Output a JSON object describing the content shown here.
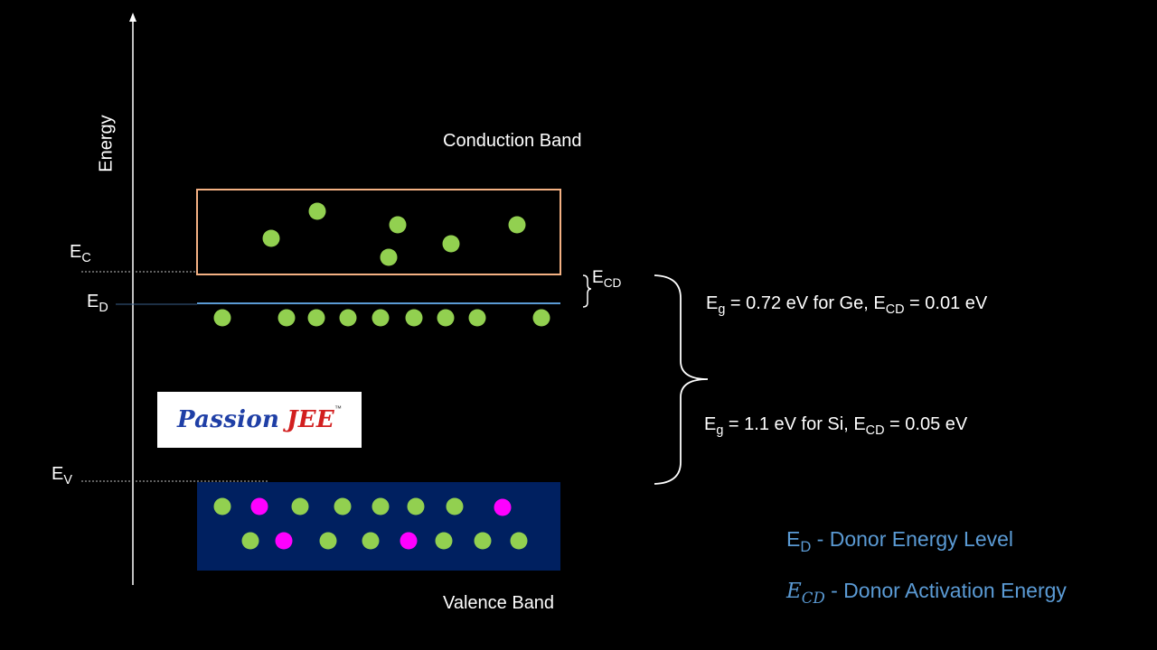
{
  "axis": {
    "label": "Energy"
  },
  "levels": {
    "ec": {
      "main": "E",
      "sub": "C"
    },
    "ed": {
      "main": "E",
      "sub": "D"
    },
    "ev": {
      "main": "E",
      "sub": "V"
    },
    "ecd": {
      "main": "E",
      "sub": "CD"
    }
  },
  "bands": {
    "conduction": "Conduction Band",
    "valence": "Valence Band",
    "conduction_color": "#f4b183",
    "valence_color": "#002060",
    "donor_line_color": "#5b9bd5"
  },
  "particles": {
    "electron_color": "#92d050",
    "hole_color": "#ff00ff"
  },
  "gaps": {
    "ge": {
      "e": "E",
      "g": "g",
      "text": " = 0.72 eV for Ge, ",
      "cd_e": "E",
      "cd_sub": "CD",
      "cd_text": " = 0.01 eV"
    },
    "si": {
      "e": "E",
      "g": "g",
      "text": " = 1.1 eV for Si, ",
      "cd_e": "E",
      "cd_sub": "CD",
      "cd_text": " = 0.05 eV"
    }
  },
  "logo": {
    "passion": "Passion",
    "jee": "JEE",
    "tm": "™",
    "passion_color": "#1f3fa6",
    "jee_color": "#d21f1f"
  },
  "legend": {
    "ed": {
      "main": "E",
      "sub": "D",
      "text": " - Donor Energy Level"
    },
    "ecd": {
      "main": "E",
      "sub": "CD",
      "text": " - Donor Activation Energy"
    }
  }
}
